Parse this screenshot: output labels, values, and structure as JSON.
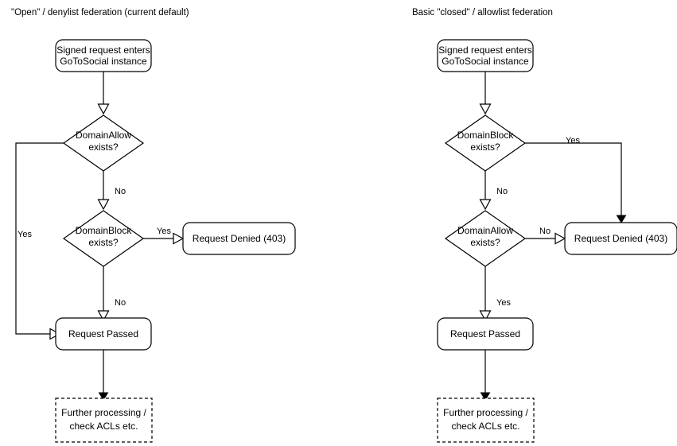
{
  "columns": [
    {
      "id": "open-denylist",
      "title": "\"Open\" / denylist federation (current default)",
      "nodes": {
        "entry": {
          "line1": "Signed request enters",
          "line2": "GoToSocial instance"
        },
        "decision1": {
          "line1": "DomainAllow",
          "line2": "exists?"
        },
        "decision2": {
          "line1": "DomainBlock",
          "line2": "exists?"
        },
        "denied": {
          "label": "Request Denied (403)"
        },
        "passed": {
          "label": "Request Passed"
        },
        "further": {
          "line1": "Further processing /",
          "line2": "check ACLs etc."
        }
      },
      "edge_labels": {
        "allow_yes": "Yes",
        "allow_no": "No",
        "block_yes": "Yes",
        "block_no": "No"
      }
    },
    {
      "id": "closed-allowlist",
      "title": "Basic \"closed\" / allowlist federation",
      "nodes": {
        "entry": {
          "line1": "Signed request enters",
          "line2": "GoToSocial instance"
        },
        "decision1": {
          "line1": "DomainBlock",
          "line2": "exists?"
        },
        "decision2": {
          "line1": "DomainAllow",
          "line2": "exists?"
        },
        "denied": {
          "label": "Request Denied (403)"
        },
        "passed": {
          "label": "Request Passed"
        },
        "further": {
          "line1": "Further processing /",
          "line2": "check ACLs etc."
        }
      },
      "edge_labels": {
        "block_yes": "Yes",
        "block_no": "No",
        "allow_no": "No",
        "allow_yes": "Yes"
      }
    }
  ],
  "colors": {
    "background": "#ffffff",
    "stroke": "#000000",
    "text": "#000000",
    "shape_fill": "#ffffff"
  }
}
